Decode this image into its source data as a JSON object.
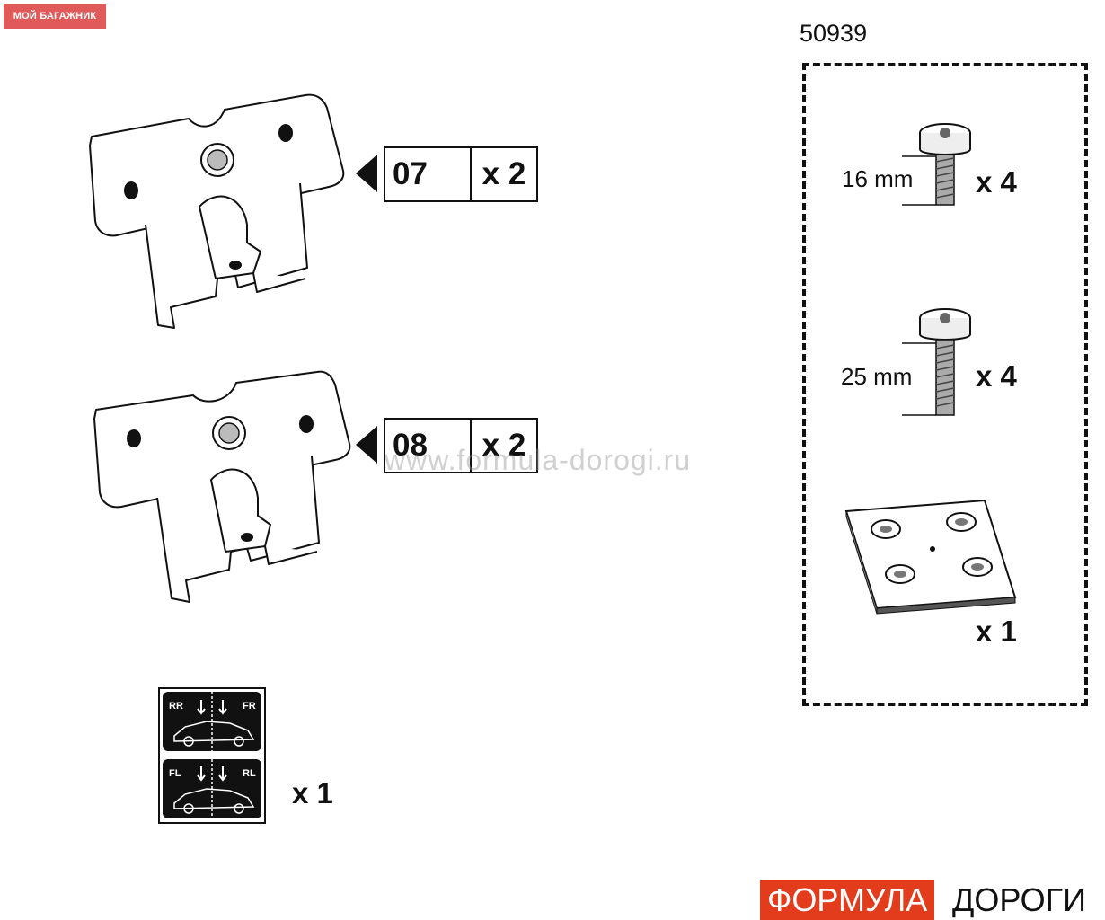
{
  "header": {
    "badge": "МОЙ БАГАЖНИК",
    "part_number": "50939"
  },
  "brackets": [
    {
      "code": "07",
      "qty": "x 2",
      "icon": "bracket-icon"
    },
    {
      "code": "08",
      "qty": "x 2",
      "icon": "bracket-icon"
    }
  ],
  "sticker": {
    "qty": "x 1",
    "labels": {
      "rr": "RR",
      "fr": "FR",
      "fl": "FL",
      "rl": "RL"
    }
  },
  "kit": {
    "screw_short": {
      "length": "16 mm",
      "qty": "x 4",
      "icon": "screw-icon"
    },
    "screw_long": {
      "length": "25 mm",
      "qty": "x 4",
      "icon": "screw-icon"
    },
    "plate": {
      "qty": "x 1",
      "icon": "mounting-plate-icon"
    }
  },
  "watermark": "www.formula-dorogi.ru",
  "brand": {
    "left": "ФОРМУЛА",
    "right": "ДОРОГИ",
    "accent": "#e23c1d"
  }
}
